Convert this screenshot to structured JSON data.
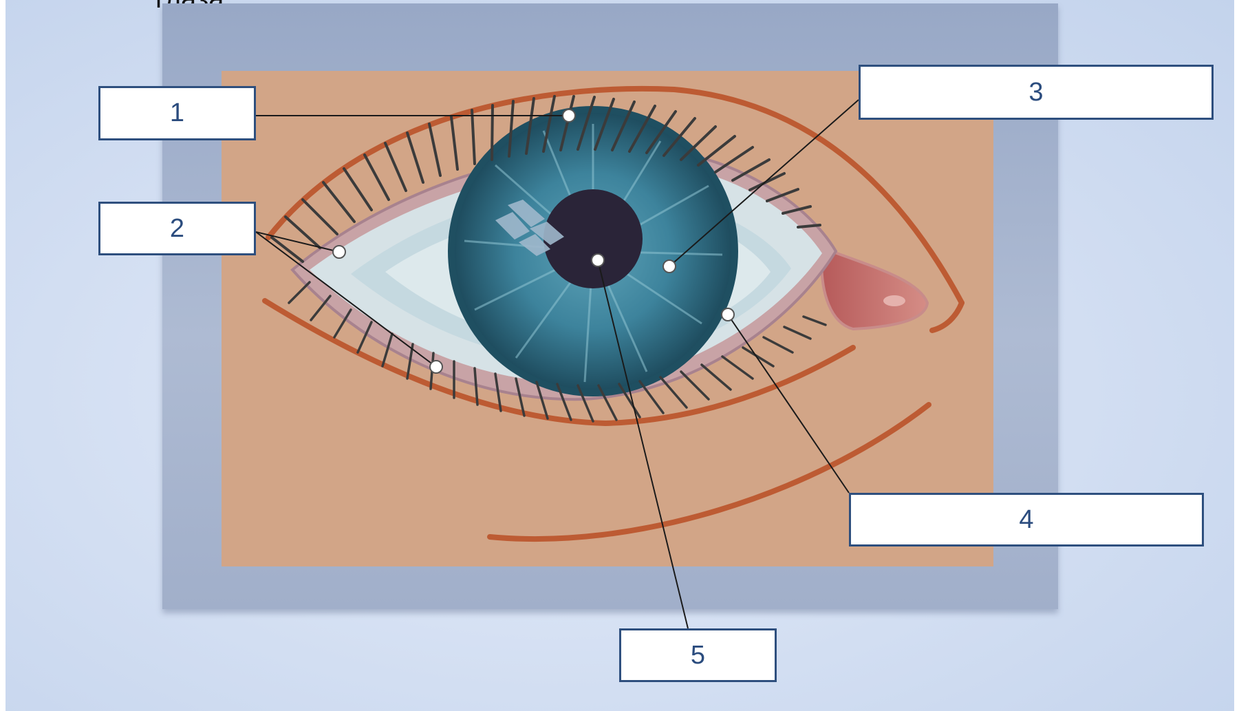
{
  "title": "глаза",
  "labels": {
    "l1": "1",
    "l2": "2",
    "l3": "3",
    "l4": "4",
    "l5": "5"
  },
  "colors": {
    "skin": "#d4a788",
    "lid_line": "#bd5b33",
    "iris": "#2f6f86",
    "iris_dark": "#1d4a5c",
    "pupil": "#2a2438",
    "sclera": "#d6e2e6",
    "label_border": "#2e4f7e",
    "label_text": "#2b4c7e"
  }
}
